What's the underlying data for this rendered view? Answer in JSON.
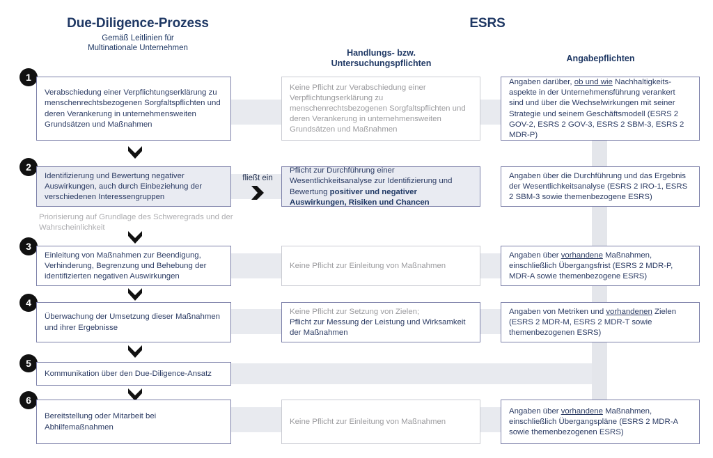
{
  "columns": {
    "left": {
      "title": "Due-Diligence-Prozess",
      "subtitle_line1": "Gemäß Leitlinien für",
      "subtitle_line2": "Multinationale Unternehmen"
    },
    "right_group_title": "ESRS",
    "middle_heading_line1": "Handlungs- bzw.",
    "middle_heading_line2": "Untersuchungspflichten",
    "right_heading": "Angabepflichten"
  },
  "flow_connector": {
    "label": "fließt ein",
    "arrow_icon": "chevron-right-icon"
  },
  "steps": [
    {
      "number": "1",
      "left_text": "Verabschiedung einer Verpflichtungserklärung zu menschenrechtsbezogenen Sorgfaltspflichten und deren Verankerung in unternehmensweiten Grundsätzen und Maßnahmen",
      "middle_text": "Keine Pflicht zur Verabschiedung einer Verpflichtungserklärung zu menschenrechtsbezogenen Sorgfaltspflichten und deren Verankerung in unternehmensweiten Grundsätzen und Maßnahmen",
      "right_text": "Angaben darüber, ob und wie Nachhaltigkeitsaspekte in der Unternehmensführung verankert sind und über die Wechselwirkungen mit seiner Strategie und seinem Geschäftsmodell (ESRS 2 GOV-2, ESRS 2 GOV-3, ESRS 2 SBM-3, ESRS 2 MDR-P)",
      "right_underline": "ob und wie"
    },
    {
      "number": "2",
      "left_text": "Identifizierung und Bewertung negativer Auswirkungen, auch durch Einbeziehung der verschiedenen Interessengruppen",
      "left_note": "Priorisierung auf Grundlage des Schweregrads und der Wahrscheinlichkeit",
      "middle_text_regular": "Pflicht zur Durchführung einer Wesentlichkeitsanalyse zur Identifizierung und Bewertung ",
      "middle_text_bold": "positiver und negativer Auswirkungen, Risiken und Chancen",
      "right_text": "Angaben über die Durchführung und das Ergebnis der Wesentlichkeitsanalyse (ESRS 2 IRO-1, ESRS 2 SBM-3 sowie themenbezogene ESRS)"
    },
    {
      "number": "3",
      "left_text": "Einleitung von Maßnahmen zur Beendigung, Verhinderung, Begrenzung und Behebung der identifizierten negativen Auswirkungen",
      "middle_text": "Keine Pflicht zur Einleitung von Maßnahmen",
      "right_text_pre": "Angaben über ",
      "right_underline": "vorhandene",
      "right_text_post": " Maßnahmen, einschließlich Übergangsfrist (ESRS 2 MDR-P, MDR-A sowie themenbezogene ESRS)"
    },
    {
      "number": "4",
      "left_text": "Überwachung der Umsetzung dieser Maßnahmen und ihrer Ergebnisse",
      "middle_text_muted": "Keine Pflicht zur Setzung von Zielen;",
      "middle_text_dark": "Pflicht zur Messung der Leistung und Wirksamkeit der Maßnahmen",
      "right_text_pre": "Angaben von Metriken und ",
      "right_underline": "vorhandenen",
      "right_text_post": " Zielen (ESRS 2 MDR-M, ESRS 2 MDR-T sowie themenbezogenen ESRS)"
    },
    {
      "number": "5",
      "left_text": "Kommunikation über den Due-Diligence-Ansatz",
      "middle_text": "",
      "right_text": ""
    },
    {
      "number": "6",
      "left_text": "Bereitstellung oder Mitarbeit bei Abhilfemaßnahmen",
      "middle_text": "Keine Pflicht zur Einleitung von Maßnahmen",
      "right_text_pre": "Angaben über ",
      "right_underline": "vorhandene",
      "right_text_post": "  Maßnahmen, einschließlich Übergangspläne (ESRS 2 MDR-A sowie themenbezogenen ESRS)"
    }
  ],
  "colors": {
    "heading": "#1f3864",
    "box_border": "#7b7fa8",
    "box_border_muted": "#c9cbd2",
    "text_body": "#2b3b63",
    "text_muted": "#9b9b9e",
    "ribbon": "#e8eaef",
    "badge_bg": "#111111",
    "box_fill": "#e9ebf2"
  }
}
